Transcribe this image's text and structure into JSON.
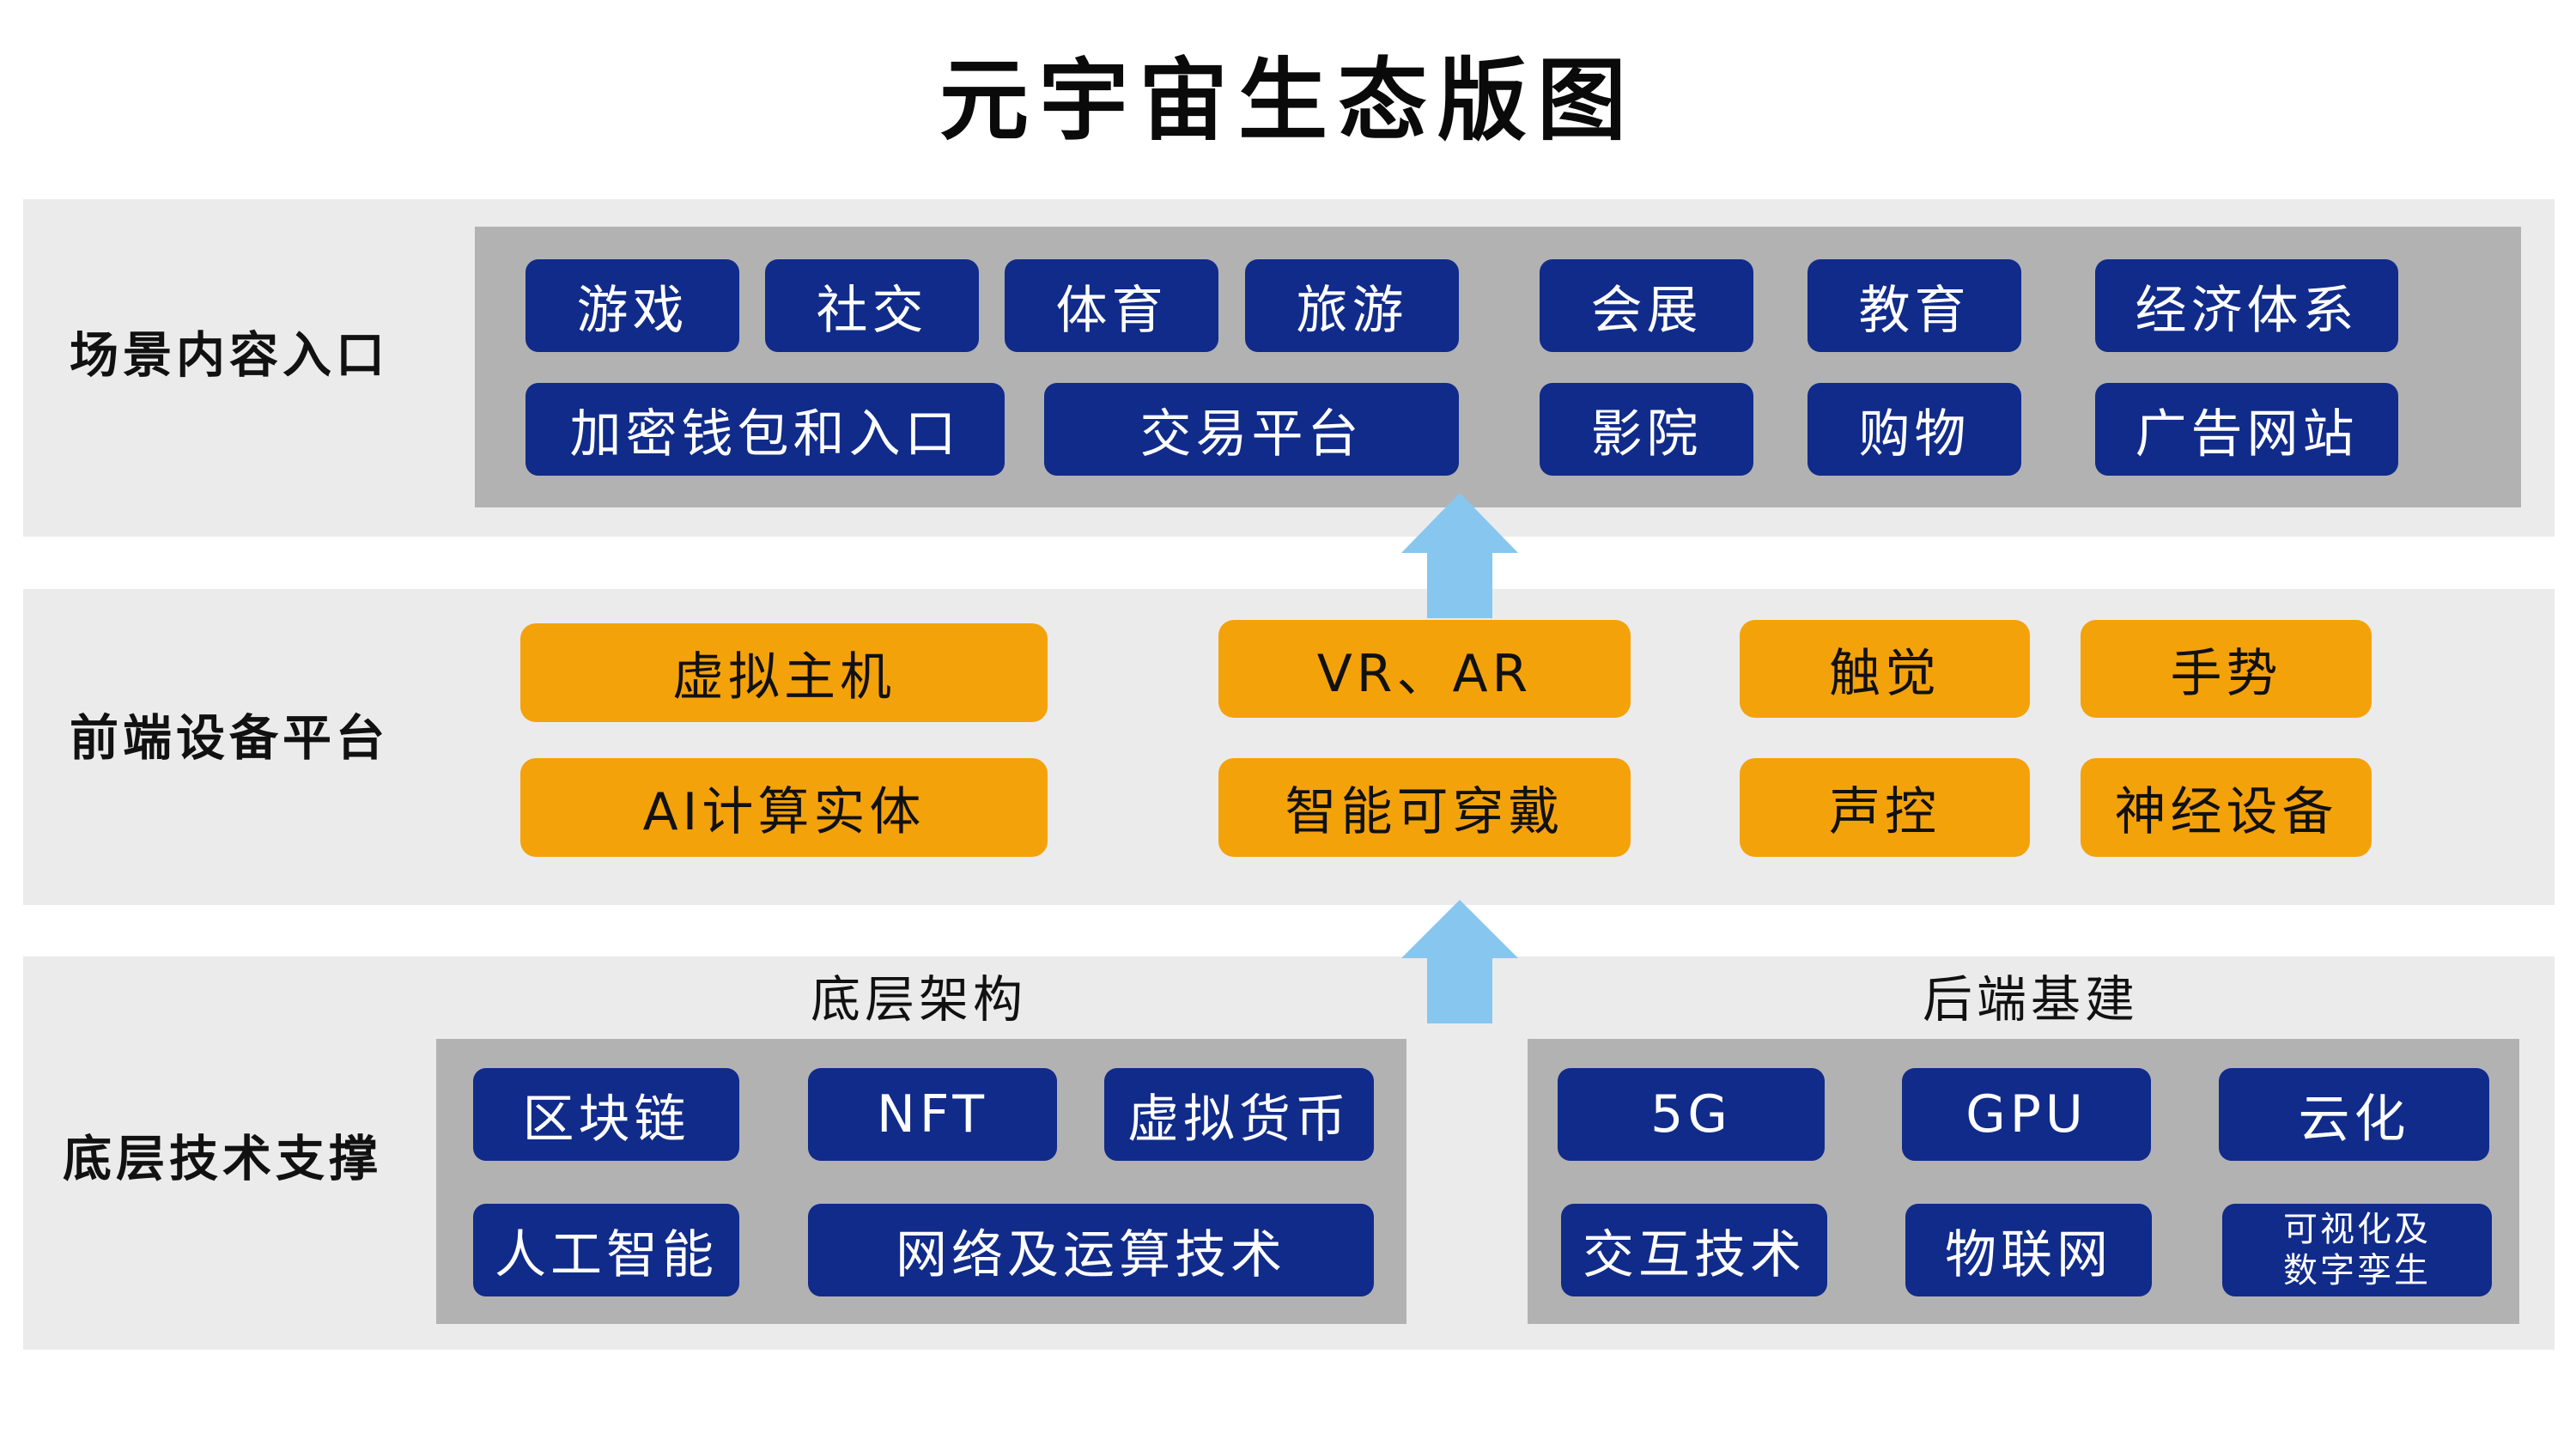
{
  "title": "元宇宙生态版图",
  "colors": {
    "band": "#ebebeb",
    "panel": "#b2b2b2",
    "blue_box": "#102b8a",
    "orange_box": "#f4a20a",
    "arrow": "#87c6ee"
  },
  "layers": {
    "scene": {
      "label": "场景内容入口",
      "items": [
        "游戏",
        "社交",
        "体育",
        "旅游",
        "会展",
        "教育",
        "经济体系",
        "加密钱包和入口",
        "交易平台",
        "影院",
        "购物",
        "广告网站"
      ]
    },
    "frontend": {
      "label": "前端设备平台",
      "items": [
        "虚拟主机",
        "VR、AR",
        "触觉",
        "手势",
        "AI计算实体",
        "智能可穿戴",
        "声控",
        "神经设备"
      ]
    },
    "base": {
      "label": "底层技术支撑",
      "infrastructure": {
        "title": "底层架构",
        "items": [
          "区块链",
          "NFT",
          "虚拟货币",
          "人工智能",
          "网络及运算技术"
        ]
      },
      "backend": {
        "title": "后端基建",
        "items": [
          "5G",
          "GPU",
          "云化",
          "交互技术",
          "物联网",
          "可视化及\n数字孪生"
        ]
      }
    }
  }
}
